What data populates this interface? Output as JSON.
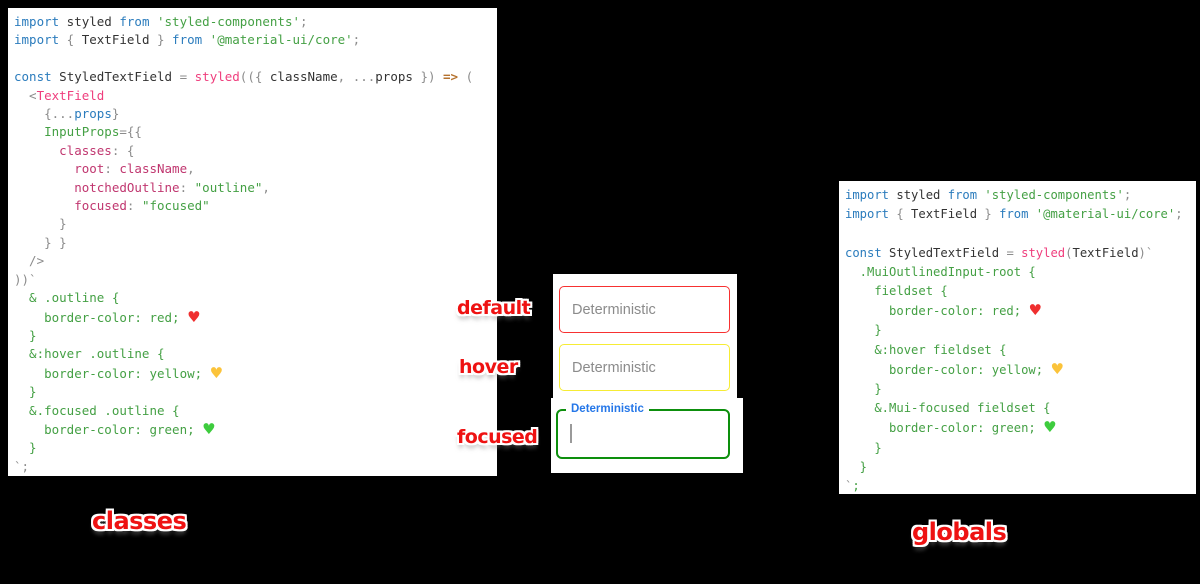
{
  "labels": {
    "default": "default",
    "hover": "hover",
    "focused": "focused",
    "classes": "classes",
    "globals": "globals"
  },
  "textfields": {
    "default_placeholder": "Deterministic",
    "hover_placeholder": "Deterministic",
    "focused_label": "Deterministic"
  },
  "colors": {
    "label_red": "#ee1212",
    "border_default": "#f73131",
    "border_hover": "#f6ec35",
    "border_focused": "#0d8f0d",
    "focused_label_blue": "#2577e8",
    "caret_gray": "#9a9a9a",
    "placeholder_gray": "#8b8b8b"
  },
  "code_palette": {
    "keyword_blue": "#2b7cbd",
    "plain_dark": "#333333",
    "punct_gray": "#8c8c8c",
    "function_pink": "#ef3e7d",
    "key_magenta": "#c0366f",
    "string_green": "#44a044",
    "arrow_brown": "#b5722e",
    "heart_red": "#ef2f2f",
    "heart_yellow": "#fbc33a",
    "heart_green": "#3ecc3e"
  },
  "left_code": {
    "lines": [
      [
        [
          "k",
          "import"
        ],
        [
          "p",
          " styled "
        ],
        [
          "k",
          "from"
        ],
        [
          "g",
          " 'styled-components'"
        ],
        [
          "u",
          ";"
        ]
      ],
      [
        [
          "k",
          "import"
        ],
        [
          "u",
          " { "
        ],
        [
          "p",
          "TextField"
        ],
        [
          "u",
          " } "
        ],
        [
          "k",
          "from"
        ],
        [
          "g",
          " '@material-ui/core'"
        ],
        [
          "u",
          ";"
        ]
      ],
      [],
      [
        [
          "k",
          "const"
        ],
        [
          "p",
          " StyledTextField "
        ],
        [
          "u",
          "= "
        ],
        [
          "f",
          "styled"
        ],
        [
          "u",
          "(({ "
        ],
        [
          "p",
          "className"
        ],
        [
          "u",
          ", ..."
        ],
        [
          "p",
          "props"
        ],
        [
          "u",
          " }) "
        ],
        [
          "a",
          "=>"
        ],
        [
          "u",
          " ("
        ]
      ],
      [
        [
          "u",
          "  <"
        ],
        [
          "f",
          "TextField"
        ]
      ],
      [
        [
          "u",
          "    {..."
        ],
        [
          "k",
          "props"
        ],
        [
          "u",
          "}"
        ]
      ],
      [
        [
          "g",
          "    InputProps"
        ],
        [
          "u",
          "={{"
        ]
      ],
      [
        [
          "m",
          "      classes"
        ],
        [
          "u",
          ": {"
        ]
      ],
      [
        [
          "m",
          "        root"
        ],
        [
          "u",
          ": "
        ],
        [
          "m",
          "className"
        ],
        [
          "u",
          ","
        ]
      ],
      [
        [
          "m",
          "        notchedOutline"
        ],
        [
          "u",
          ": "
        ],
        [
          "g",
          "\"outline\""
        ],
        [
          "u",
          ","
        ]
      ],
      [
        [
          "m",
          "        focused"
        ],
        [
          "u",
          ": "
        ],
        [
          "g",
          "\"focused\""
        ]
      ],
      [
        [
          "u",
          "      }"
        ]
      ],
      [
        [
          "u",
          "    } }"
        ]
      ],
      [
        [
          "u",
          "  />"
        ]
      ],
      [
        [
          "u",
          "))`"
        ]
      ],
      [
        [
          "g",
          "  & .outline {"
        ]
      ],
      [
        [
          "g",
          "    border-color: red; "
        ],
        [
          "hr",
          "♥"
        ]
      ],
      [
        [
          "g",
          "  }"
        ]
      ],
      [
        [
          "g",
          "  &:hover .outline {"
        ]
      ],
      [
        [
          "g",
          "    border-color: yellow; "
        ],
        [
          "hy",
          "♥"
        ]
      ],
      [
        [
          "g",
          "  }"
        ]
      ],
      [
        [
          "g",
          "  &.focused .outline {"
        ]
      ],
      [
        [
          "g",
          "    border-color: green; "
        ],
        [
          "hg",
          "♥"
        ]
      ],
      [
        [
          "g",
          "  }"
        ]
      ],
      [
        [
          "u",
          "`;"
        ]
      ]
    ]
  },
  "right_code": {
    "lines": [
      [
        [
          "k",
          "import"
        ],
        [
          "p",
          " styled "
        ],
        [
          "k",
          "from"
        ],
        [
          "g",
          " 'styled-components'"
        ],
        [
          "u",
          ";"
        ]
      ],
      [
        [
          "k",
          "import"
        ],
        [
          "u",
          " { "
        ],
        [
          "p",
          "TextField"
        ],
        [
          "u",
          " } "
        ],
        [
          "k",
          "from"
        ],
        [
          "g",
          " '@material-ui/core'"
        ],
        [
          "u",
          ";"
        ]
      ],
      [],
      [
        [
          "k",
          "const"
        ],
        [
          "p",
          " StyledTextField "
        ],
        [
          "u",
          "= "
        ],
        [
          "f",
          "styled"
        ],
        [
          "u",
          "("
        ],
        [
          "p",
          "TextField"
        ],
        [
          "u",
          ")`"
        ]
      ],
      [
        [
          "g",
          "  .MuiOutlinedInput-root {"
        ]
      ],
      [
        [
          "g",
          "    fieldset {"
        ]
      ],
      [
        [
          "g",
          "      border-color: red; "
        ],
        [
          "hr",
          "♥"
        ]
      ],
      [
        [
          "g",
          "    }"
        ]
      ],
      [
        [
          "g",
          "    &:hover fieldset {"
        ]
      ],
      [
        [
          "g",
          "      border-color: yellow; "
        ],
        [
          "hy",
          "♥"
        ]
      ],
      [
        [
          "g",
          "    }"
        ]
      ],
      [
        [
          "g",
          "    &.Mui-focused fieldset {"
        ]
      ],
      [
        [
          "g",
          "      border-color: green; "
        ],
        [
          "hg",
          "♥"
        ]
      ],
      [
        [
          "g",
          "    }"
        ]
      ],
      [
        [
          "g",
          "  }"
        ]
      ],
      [
        [
          "u",
          "`"
        ],
        [
          "g",
          ";"
        ]
      ]
    ]
  }
}
